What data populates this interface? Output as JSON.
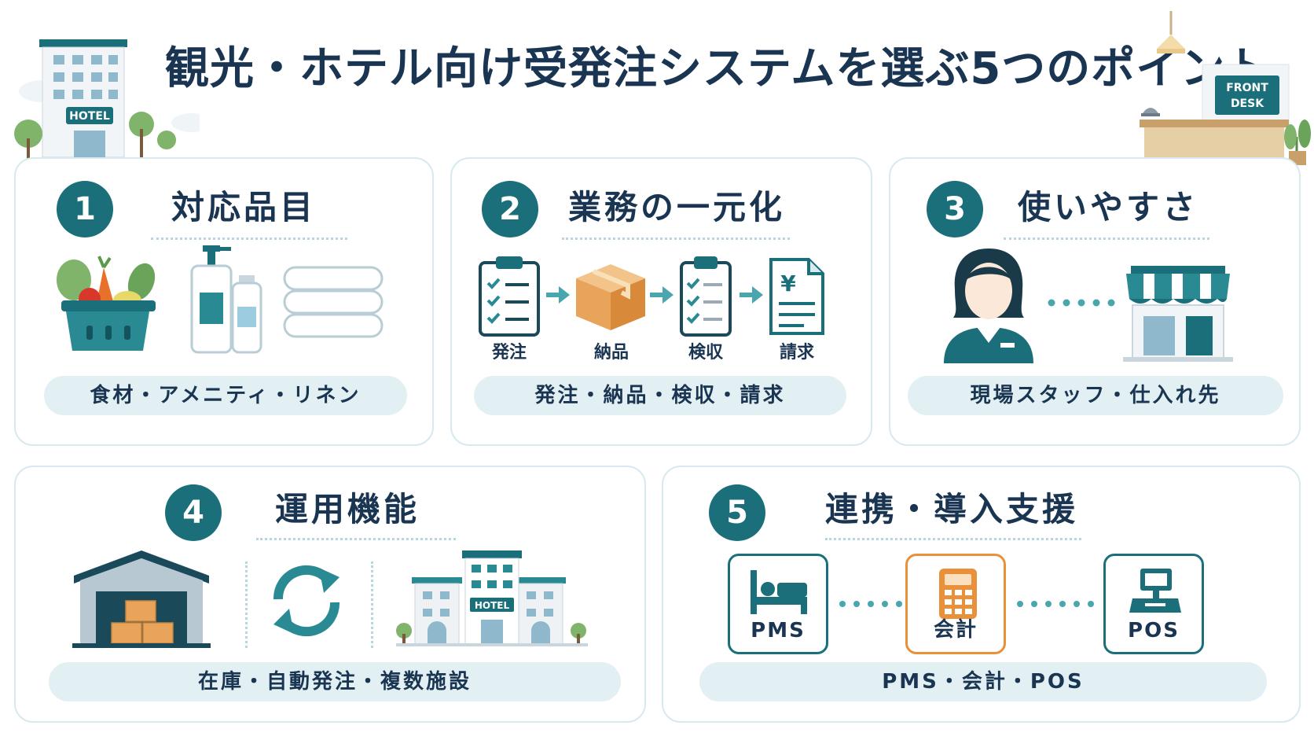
{
  "title": "観光・ホテル向け受発注システムを選ぶ5つのポイント",
  "header_art": {
    "hotel_sign": "HOTEL",
    "front_desk_sign_line1": "FRONT",
    "front_desk_sign_line2": "DESK"
  },
  "colors": {
    "primary": "#1a6f7a",
    "navy": "#1a3552",
    "pill_bg": "#e2f0f3",
    "border": "#d8e9ef",
    "accent": "#e8903a"
  },
  "cards": [
    {
      "number": "1",
      "title": "対応品目",
      "icons": [
        "vegetable-basket-icon",
        "amenity-bottles-icon",
        "linen-towels-icon"
      ],
      "summary": "食材・アメニティ・リネン"
    },
    {
      "number": "2",
      "title": "業務の一元化",
      "steps": [
        {
          "icon": "order-checklist-icon",
          "label": "発注"
        },
        {
          "icon": "delivery-box-icon",
          "label": "納品"
        },
        {
          "icon": "inspection-checklist-icon",
          "label": "検収"
        },
        {
          "icon": "yen-invoice-icon",
          "label": "請求"
        }
      ],
      "summary": "発注・納品・検収・請求"
    },
    {
      "number": "3",
      "title": "使いやすさ",
      "icons": [
        "staff-person-icon",
        "supplier-shop-icon"
      ],
      "summary": "現場スタッフ・仕入れ先"
    },
    {
      "number": "4",
      "title": "運用機能",
      "icons": [
        "warehouse-icon",
        "sync-arrows-icon",
        "hotel-buildings-icon"
      ],
      "hotel_sign": "HOTEL",
      "summary": "在庫・自動発注・複数施設"
    },
    {
      "number": "5",
      "title": "連携・導入支援",
      "systems": [
        {
          "icon": "bed-icon",
          "label": "PMS"
        },
        {
          "icon": "calculator-icon",
          "label": "会計"
        },
        {
          "icon": "pos-register-icon",
          "label": "POS"
        }
      ],
      "summary": "PMS・会計・POS"
    }
  ]
}
